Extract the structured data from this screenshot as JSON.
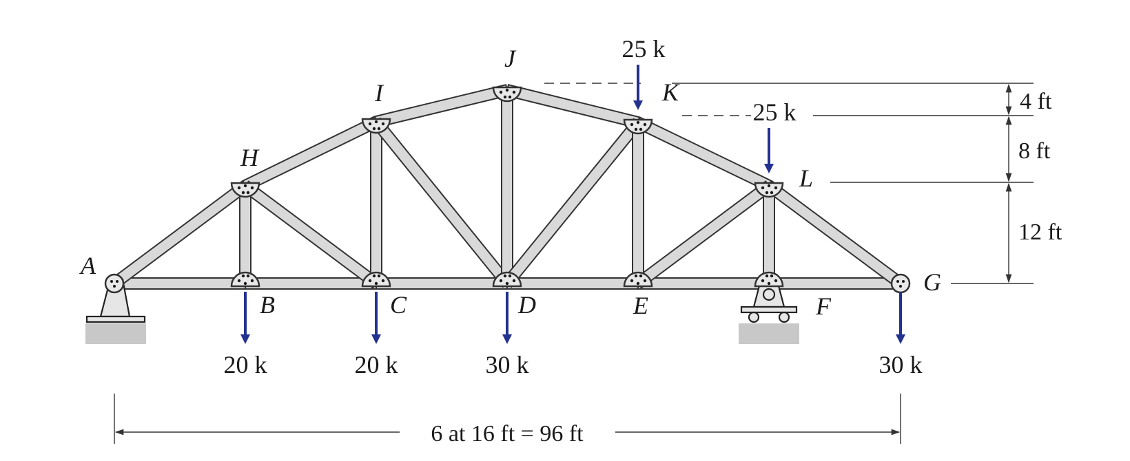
{
  "nodes": [
    {
      "id": "A",
      "label": "A"
    },
    {
      "id": "B",
      "label": "B"
    },
    {
      "id": "C",
      "label": "C"
    },
    {
      "id": "D",
      "label": "D"
    },
    {
      "id": "E",
      "label": "E"
    },
    {
      "id": "F",
      "label": "F"
    },
    {
      "id": "G",
      "label": "G"
    },
    {
      "id": "H",
      "label": "H"
    },
    {
      "id": "I",
      "label": "I"
    },
    {
      "id": "J",
      "label": "J"
    },
    {
      "id": "K",
      "label": "K"
    },
    {
      "id": "L",
      "label": "L"
    }
  ],
  "members": [
    [
      "A",
      "B"
    ],
    [
      "B",
      "C"
    ],
    [
      "C",
      "D"
    ],
    [
      "D",
      "E"
    ],
    [
      "E",
      "F"
    ],
    [
      "F",
      "G"
    ],
    [
      "A",
      "H"
    ],
    [
      "H",
      "I"
    ],
    [
      "I",
      "J"
    ],
    [
      "J",
      "K"
    ],
    [
      "K",
      "L"
    ],
    [
      "L",
      "G"
    ],
    [
      "H",
      "B"
    ],
    [
      "H",
      "C"
    ],
    [
      "I",
      "C"
    ],
    [
      "I",
      "D"
    ],
    [
      "J",
      "D"
    ],
    [
      "K",
      "D"
    ],
    [
      "K",
      "E"
    ],
    [
      "L",
      "E"
    ],
    [
      "L",
      "F"
    ]
  ],
  "supports": [
    {
      "node": "A",
      "type": "pin"
    },
    {
      "node": "F",
      "type": "roller"
    }
  ],
  "loads": [
    {
      "node": "B",
      "label": "20 k"
    },
    {
      "node": "C",
      "label": "20 k"
    },
    {
      "node": "D",
      "label": "30 k"
    },
    {
      "node": "G",
      "label": "30 k"
    },
    {
      "node": "K",
      "label": "25 k"
    },
    {
      "node": "L",
      "label": "25 k"
    }
  ],
  "dimensions": {
    "span": "6 at 16 ft = 96 ft",
    "heights": [
      "4 ft",
      "8 ft",
      "12 ft"
    ]
  },
  "colors": {
    "load_arrow": "#23328f",
    "member_fill": "#d9d9d9",
    "ground_fill": "#c8c8c8"
  }
}
